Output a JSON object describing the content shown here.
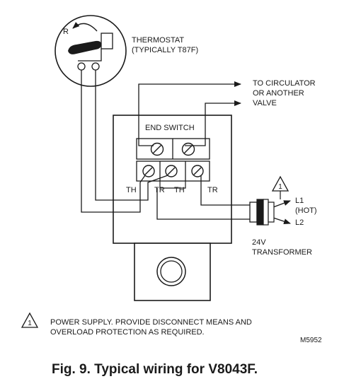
{
  "thermostat": {
    "label_line1": "THERMOSTAT",
    "label_line2": "(TYPICALLY T87F)",
    "dial_letter": "R"
  },
  "circulator": {
    "line1": "TO CIRCULATOR",
    "line2": "OR ANOTHER",
    "line3": "VALVE"
  },
  "end_switch_label": "END SWITCH",
  "terminals": {
    "th_left": "TH",
    "tr_left": "TR",
    "th_right": "TH",
    "tr_right": "TR"
  },
  "transformer": {
    "l1": "L1",
    "hot": "(HOT)",
    "l2": "L2",
    "line1": "24V",
    "line2": "TRANSFORMER",
    "warning_mark": "1"
  },
  "note": {
    "mark": "1",
    "line1": "POWER SUPPLY. PROVIDE DISCONNECT MEANS AND",
    "line2": "OVERLOAD PROTECTION AS REQUIRED."
  },
  "figure_code": "M5952",
  "caption": "Fig. 9. Typical wiring for V8043F."
}
